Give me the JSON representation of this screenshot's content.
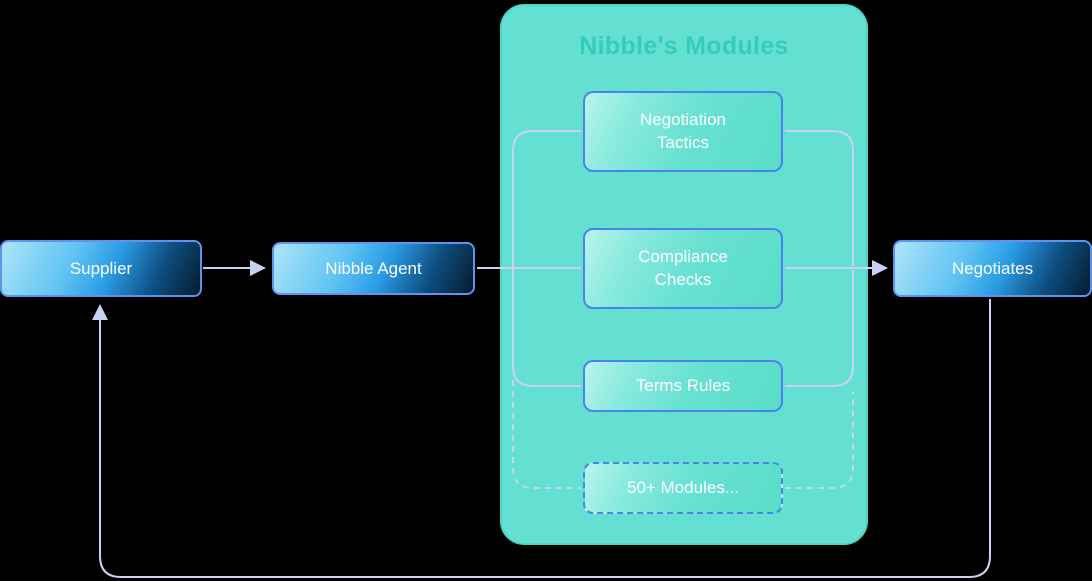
{
  "colors": {
    "panel": "#63e0d2",
    "panel-border": "#4fd5c5",
    "panel-title": "#35ccbc",
    "node-border": "#5f93ee",
    "module-border": "#4a84ea",
    "connector": "#c9d1f4",
    "label": "#ffffff"
  },
  "nodes": {
    "supplier": {
      "label": "Supplier"
    },
    "agent": {
      "label": "Nibble Agent"
    },
    "negotiates": {
      "label": "Negotiates"
    }
  },
  "panel": {
    "title": "Nibble's Modules",
    "modules": [
      {
        "label": "Negotiation Tactics",
        "style": "solid"
      },
      {
        "label": "Compliance Checks",
        "style": "solid"
      },
      {
        "label": "Terms Rules",
        "style": "solid"
      },
      {
        "label": "50+ Modules...",
        "style": "dashed"
      }
    ]
  },
  "flow": {
    "edges": [
      "Supplier -> Nibble Agent",
      "Nibble Agent -> Modules",
      "Modules -> Negotiates",
      "Negotiates -> Supplier (feedback loop)"
    ]
  }
}
